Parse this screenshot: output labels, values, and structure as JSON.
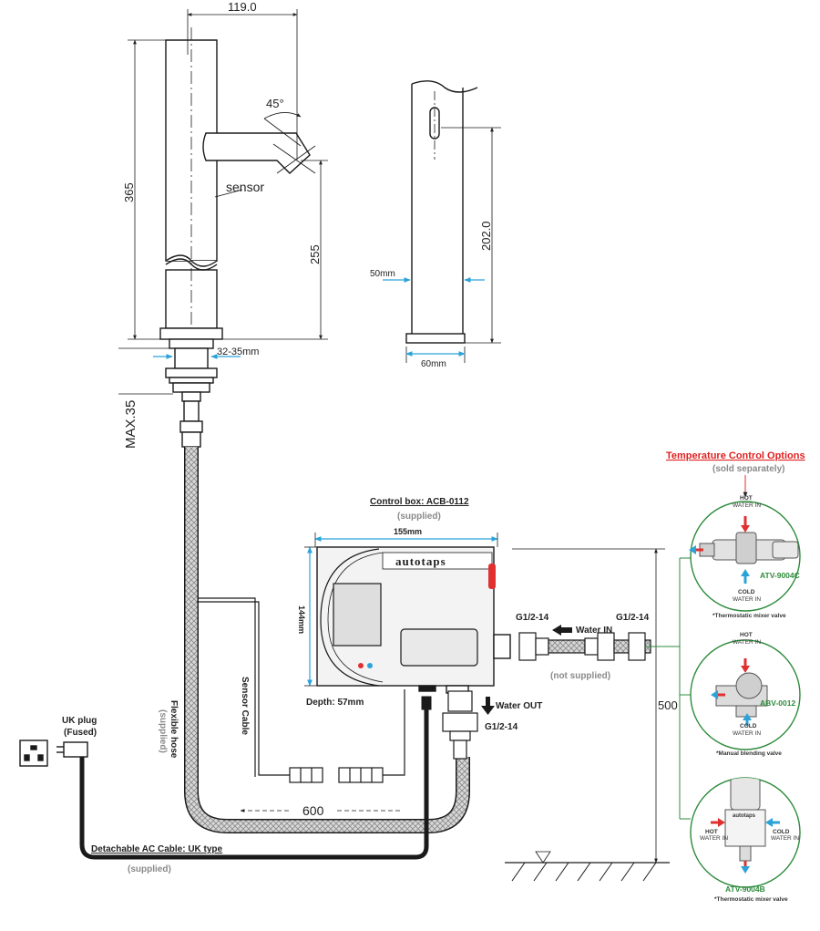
{
  "dimensions": {
    "width_top": "119.0",
    "angle": "45°",
    "height_total": "365",
    "sensor_height": "255",
    "tap_hole": "32-35mm",
    "max_thickness": "MAX.35",
    "side_height": "202.0",
    "side_width_top": "50mm",
    "side_width_base": "60mm",
    "hose_length": "600",
    "drop_height": "500"
  },
  "labels": {
    "sensor": "sensor",
    "flexible_hose": "Flexible hose",
    "flexible_hose_note": "(supplied)",
    "sensor_cable": "Sensor Cable",
    "uk_plug": "UK plug",
    "uk_plug_note": "(Fused)",
    "ac_cable": "Detachable AC Cable: UK type",
    "ac_cable_note": "(supplied)",
    "control_box_title": "Control box: ACB-0112",
    "control_box_note": "(supplied)",
    "box_width": "155mm",
    "box_height": "144mm",
    "box_depth": "Depth: 57mm",
    "brand": "autotaps",
    "thread_in_left": "G1/2-14",
    "thread_in_right": "G1/2-14",
    "water_in": "Water IN",
    "not_supplied": "(not supplied)",
    "water_out": "Water OUT",
    "thread_out": "G1/2-14"
  },
  "temperature_options": {
    "title": "Temperature Control Options",
    "subtitle": "(sold separately)",
    "hot_water": "HOT",
    "water_in": "WATER IN",
    "cold_water": "COLD",
    "options": [
      {
        "code": "ATV-9004C",
        "caption": "*Thermostatic mixer valve"
      },
      {
        "code": "ABV-0012",
        "caption": "*Manual blending valve"
      },
      {
        "code": "ATV-9004B",
        "caption": "*Thermostatic mixer valve"
      }
    ]
  },
  "colors": {
    "line": "#1a1a1a",
    "dim_blue": "#2ba3d9",
    "title_red": "#e02020",
    "option_green": "#2e8b3c",
    "hot_red": "#e03030",
    "cold_blue": "#2ba3d9",
    "note_grey": "#8a8a8a"
  }
}
